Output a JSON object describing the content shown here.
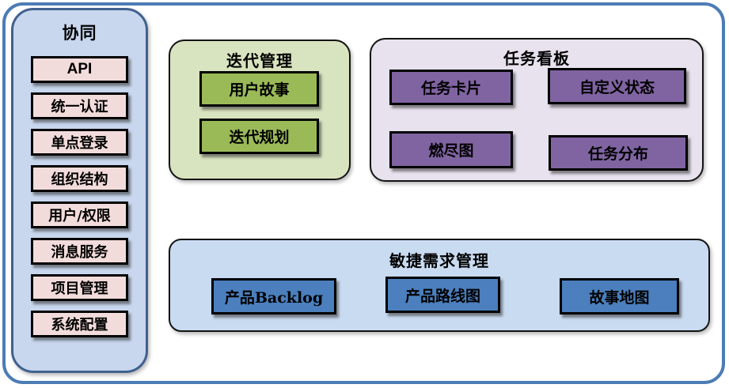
{
  "diagram": {
    "sidebar": {
      "title": "协同",
      "items": [
        "API",
        "统一认证",
        "单点登录",
        "组织结构",
        "用户/权限",
        "消息服务",
        "项目管理",
        "系统配置"
      ]
    },
    "groups": [
      {
        "title": "迭代管理",
        "items": [
          "用户故事",
          "迭代规划"
        ]
      },
      {
        "title": "任务看板",
        "items": [
          "任务卡片",
          "自定义状态",
          "燃尽图",
          "任务分布"
        ]
      },
      {
        "title": "敏捷需求管理",
        "items": [
          "产品Backlog",
          "产品路线图",
          "故事地图"
        ]
      }
    ],
    "colors": {
      "outer_border": "#4d7cb5",
      "sidebar_fill": "#c8d7ee",
      "sidebar_border": "#41618e",
      "sidebar_item_fill": "#f2dcdb",
      "iteration_group_fill": "#d8e4bf",
      "iteration_box_fill": "#9aba58",
      "taskboard_group_fill": "#e7e2ee",
      "taskboard_box_fill": "#8064a2",
      "requirements_group_fill": "#c9dbf1",
      "requirements_box_fill": "#4b7fbd",
      "box_border": "#000000",
      "text": "#000000"
    }
  }
}
